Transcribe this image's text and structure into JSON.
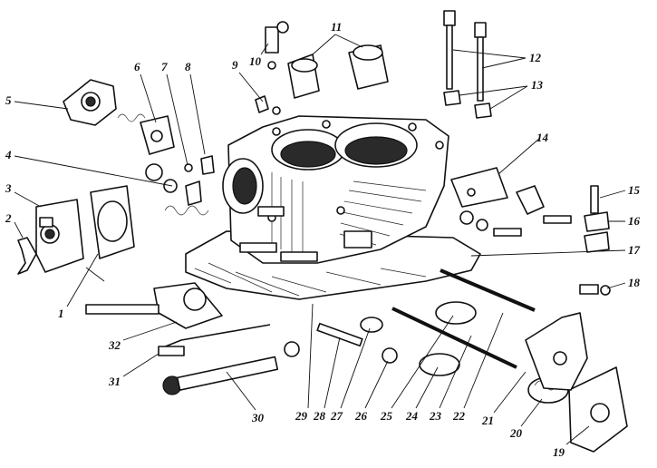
{
  "callouts": [
    "1",
    "2",
    "3",
    "4",
    "5",
    "6",
    "7",
    "8",
    "9",
    "10",
    "11",
    "12",
    "13",
    "14",
    "15",
    "16",
    "17",
    "18",
    "19",
    "20",
    "21",
    "22",
    "23",
    "24",
    "25",
    "26",
    "27",
    "28",
    "29",
    "30",
    "31",
    "32"
  ]
}
